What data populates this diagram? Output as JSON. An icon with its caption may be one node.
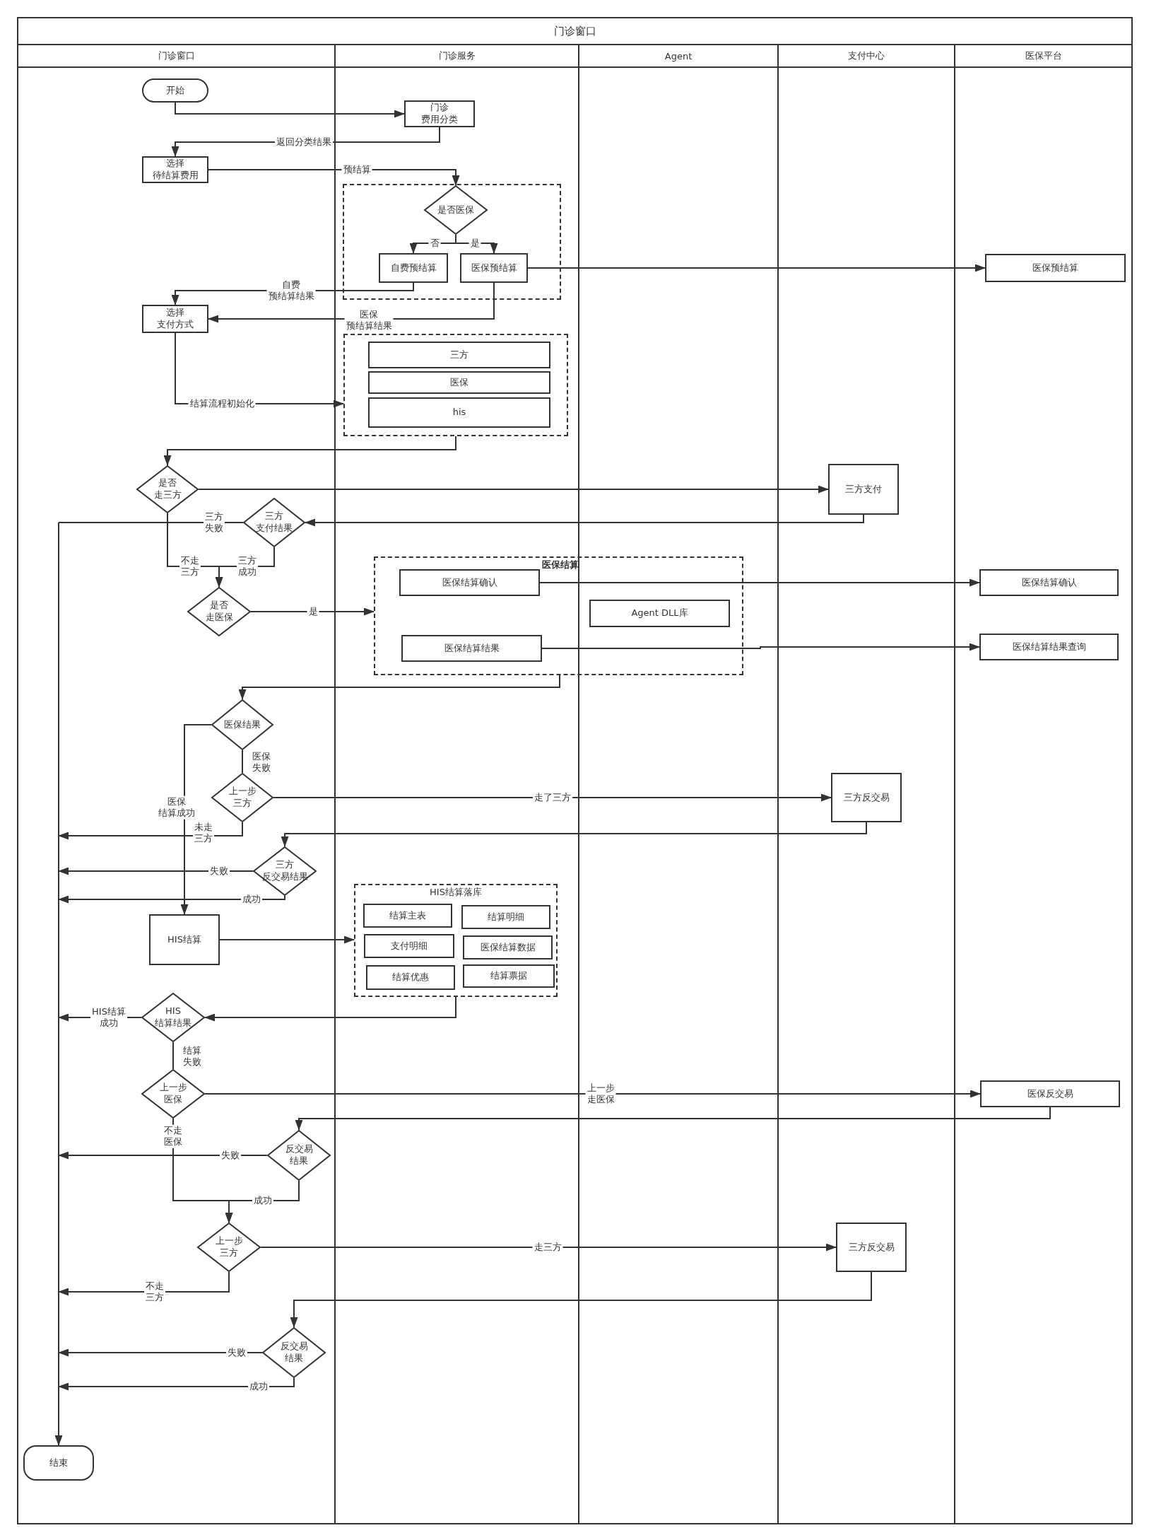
{
  "diagram": {
    "title": "门诊窗口",
    "nodes": [
      {
        "text": [
          "开始"
        ]
      },
      {
        "text": [
          "门诊费用分类"
        ]
      },
      {
        "text": [
          "选择待结算费用"
        ]
      },
      {
        "text": [],
        "shape": "box"
      },
      {
        "text": [
          "是否医保"
        ],
        "in": 3
      },
      {
        "text": [
          "自费预结算"
        ],
        "in": 3
      },
      {
        "text": [
          "医保预结算"
        ],
        "in": 3
      },
      {
        "text": [
          "医保预结算"
        ]
      },
      {
        "text": [
          "选择支付方式"
        ]
      },
      {
        "text": [],
        "shape": "box"
      },
      {
        "text": [
          "三方"
        ],
        "in": 9
      },
      {
        "text": [
          "医保"
        ],
        "in": 9
      },
      {
        "text": [
          "his"
        ],
        "in": 9
      },
      {
        "text": [
          "是否走三方"
        ]
      },
      {
        "text": [
          "三方支付"
        ]
      },
      {
        "text": [
          "三方支付结果"
        ]
      },
      {
        "text": [
          "是否走医保"
        ]
      },
      {
        "text": [
          "医保结算"
        ]
      },
      {
        "text": [
          "医保结算确认"
        ],
        "in": 17
      },
      {
        "text": [
          "Agent DLL库"
        ],
        "in": 17
      },
      {
        "text": [
          "医保结算结果"
        ],
        "in": 17
      },
      {
        "text": [
          "医保结算确认"
        ]
      },
      {
        "text": [
          "医保结算结果查询"
        ]
      },
      {
        "text": [
          "医保结果"
        ]
      },
      {
        "text": [
          "上一步三方"
        ]
      },
      {
        "text": [
          "三方反交易"
        ]
      },
      {
        "text": [
          "三方反交易结果"
        ]
      },
      {
        "text": [
          "HIS结算"
        ]
      },
      {
        "text": [
          "HIS结算落库"
        ]
      },
      {
        "text": [
          "结算主表"
        ],
        "in": 28
      },
      {
        "text": [
          "结算明细"
        ],
        "in": 28
      },
      {
        "text": [
          "支付明细"
        ],
        "in": 28
      },
      {
        "text": [
          "医保结算数据"
        ],
        "in": 28
      },
      {
        "text": [
          "结算优惠"
        ],
        "in": 28
      },
      {
        "text": [
          "结算票据"
        ],
        "in": 28
      },
      {
        "text": [
          "HIS结算结果"
        ]
      },
      {
        "text": [
          "上一步医保"
        ]
      },
      {
        "text": [
          "医保反交易"
        ]
      },
      {
        "text": [
          "反交易结果"
        ]
      },
      {
        "text": [
          "上一步三方"
        ]
      },
      {
        "text": [
          "三方反交易"
        ]
      },
      {
        "text": [
          "反交易结果"
        ]
      },
      {
        "text": [
          "结束"
        ]
      }
    ],
    "edges": [
      {
        "from": 0,
        "to": 1,
        "arrow": "to"
      },
      {
        "from": 1,
        "to": 2,
        "arrow": "to",
        "label": "返回分类结果"
      },
      {
        "from": 2,
        "to": 4,
        "arrow": "to",
        "label": "预结算"
      },
      {
        "from": 4,
        "to": 5,
        "arrow": "to",
        "label": "否"
      },
      {
        "from": 4,
        "to": 6,
        "arrow": "to",
        "label": "是"
      },
      {
        "from": 5,
        "to": 8,
        "arrow": "to",
        "label": "自费预结算结果"
      },
      {
        "from": 6,
        "to": 8,
        "arrow": "to",
        "label": "医保预结算结果"
      },
      {
        "from": 6,
        "to": 7,
        "arrow": "to"
      },
      {
        "from": 8,
        "to": 9,
        "arrow": "to",
        "label": "结算流程初始化"
      },
      {
        "from": 9,
        "to": 13,
        "arrow": "to"
      },
      {
        "from": 13,
        "to": 14,
        "arrow": "to"
      },
      {
        "from": 14,
        "to": 15,
        "arrow": "to"
      },
      {
        "from": 15,
        "to": 42,
        "arrow": "to",
        "label": "三方失败"
      },
      {
        "from": 13,
        "to": 16,
        "arrow": "to",
        "label": "不走三方"
      },
      {
        "from": 15,
        "to": 16,
        "arrow": "to",
        "label": "三方成功"
      },
      {
        "from": 16,
        "to": 17,
        "arrow": "to",
        "label": "是"
      },
      {
        "from": 18,
        "to": 21,
        "arrow": "to"
      },
      {
        "from": 20,
        "to": 22,
        "arrow": "to"
      },
      {
        "from": 17,
        "to": 23,
        "arrow": "to"
      },
      {
        "from": 23,
        "to": 27,
        "arrow": "to",
        "label": "医保结算成功"
      },
      {
        "from": 23,
        "to": 24,
        "arrow": "none",
        "label": "医保失败"
      },
      {
        "from": 24,
        "to": 25,
        "arrow": "to",
        "label": "走了三方"
      },
      {
        "from": 24,
        "to": 42,
        "arrow": "to",
        "label": "未走三方"
      },
      {
        "from": 25,
        "to": 26,
        "arrow": "to"
      },
      {
        "from": 26,
        "to": 42,
        "arrow": "to",
        "label": "失败"
      },
      {
        "from": 26,
        "to": 42,
        "arrow": "to",
        "label": "成功"
      },
      {
        "from": 27,
        "to": 28,
        "arrow": "to"
      },
      {
        "from": 28,
        "to": 35,
        "arrow": "to"
      },
      {
        "from": 35,
        "to": 42,
        "arrow": "to",
        "label": "HIS结算成功"
      },
      {
        "from": 35,
        "to": 36,
        "arrow": "none",
        "label": "结算失败"
      },
      {
        "from": 36,
        "to": 37,
        "arrow": "to",
        "label": "上一步走医保"
      },
      {
        "from": 37,
        "to": 38,
        "arrow": "to"
      },
      {
        "from": 38,
        "to": 42,
        "arrow": "to",
        "label": "失败"
      },
      {
        "from": 38,
        "to": 39,
        "arrow": "to",
        "label": "成功"
      },
      {
        "from": 36,
        "to": 39,
        "arrow": "to",
        "label": "不走医保"
      },
      {
        "from": 39,
        "to": 40,
        "arrow": "to",
        "label": "走三方"
      },
      {
        "from": 39,
        "to": 42,
        "arrow": "to",
        "label": "不走三方"
      },
      {
        "from": 40,
        "to": 41,
        "arrow": "to"
      },
      {
        "from": 41,
        "to": 42,
        "arrow": "to",
        "label": "失败"
      },
      {
        "from": 41,
        "to": 42,
        "arrow": "to",
        "label": "成功"
      }
    ],
    "labels": [
      "门诊窗口",
      "门诊服务",
      "Agent",
      "支付中心",
      "医保平台"
    ]
  }
}
